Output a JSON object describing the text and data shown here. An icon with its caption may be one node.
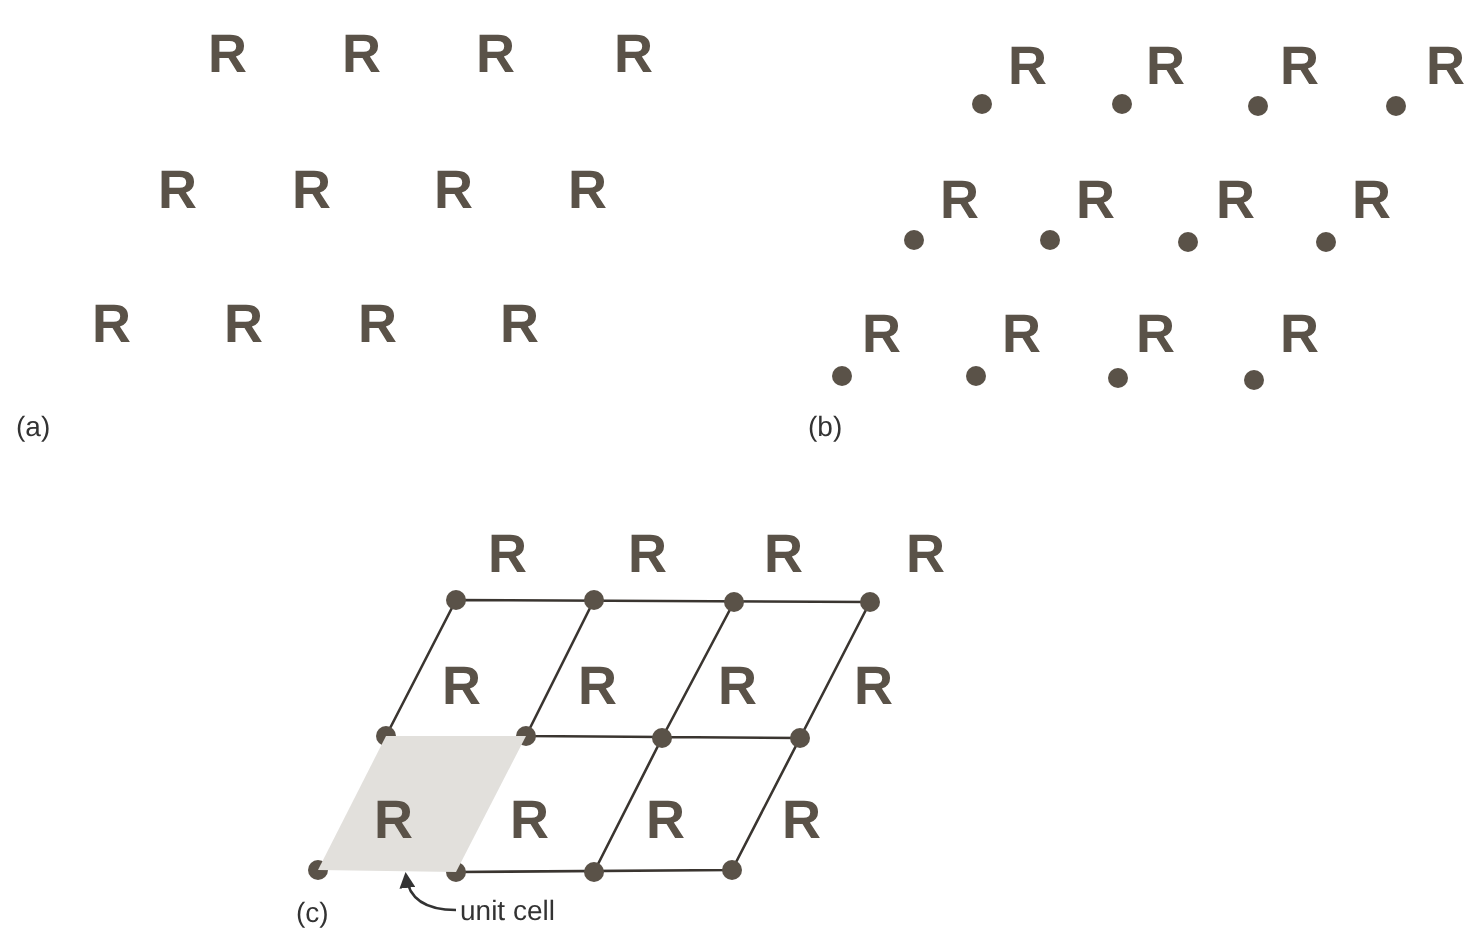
{
  "diagram": {
    "nodes": [
      {
        "text": [
          "R"
        ]
      },
      {
        "text": [
          "unit cell"
        ]
      }
    ],
    "edges": [
      {
        "from": 1,
        "to": 0,
        "arrow": "to"
      }
    ],
    "labels": [
      "R",
      "R",
      "R",
      "R",
      "R",
      "R",
      "R",
      "R",
      "R",
      "R",
      "R",
      "R",
      "R",
      "R",
      "R",
      "R",
      "R",
      "R",
      "R",
      "R",
      "R",
      "R",
      "R",
      "R",
      "(a)",
      "(b)",
      "R",
      "R",
      "R",
      "R",
      "R",
      "R",
      "R",
      "R",
      "R",
      "R",
      "R",
      "(c)"
    ]
  }
}
